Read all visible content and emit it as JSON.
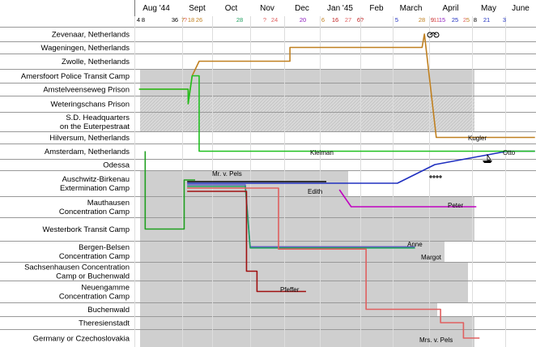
{
  "chart_data": {
    "type": "timeline",
    "title": "",
    "xlabel": "",
    "ylabel": "",
    "months": [
      "Aug '44",
      "Sept",
      "Oct",
      "Nov",
      "Dec",
      "Jan '45",
      "Feb",
      "March",
      "April",
      "May",
      "June"
    ],
    "date_markers": [
      {
        "text": "4",
        "color": "#000000"
      },
      {
        "text": "8",
        "color": "#000000"
      },
      {
        "text": "3",
        "color": "#000000"
      },
      {
        "text": "6",
        "color": "#000000"
      },
      {
        "text": "7",
        "color": "#c08020"
      },
      {
        "text": "?",
        "color": "#e06060"
      },
      {
        "text": "18",
        "color": "#c08020"
      },
      {
        "text": "26",
        "color": "#c08020"
      },
      {
        "text": "28",
        "color": "#20a060"
      },
      {
        "text": "?",
        "color": "#e06060"
      },
      {
        "text": "24",
        "color": "#e06060"
      },
      {
        "text": "20",
        "color": "#9020c0"
      },
      {
        "text": "6",
        "color": "#c08020"
      },
      {
        "text": "16",
        "color": "#c02020"
      },
      {
        "text": "27",
        "color": "#e06060"
      },
      {
        "text": "6?",
        "color": "#c02020"
      },
      {
        "text": "5",
        "color": "#2030c0"
      },
      {
        "text": "28",
        "color": "#c08020"
      },
      {
        "text": "9",
        "color": "#c02020"
      },
      {
        "text": "11",
        "color": "#e06060"
      },
      {
        "text": "15",
        "color": "#9020c0"
      },
      {
        "text": "25",
        "color": "#2030c0"
      },
      {
        "text": "2",
        "color": "#e06060"
      },
      {
        "text": "5",
        "color": "#c08020"
      },
      {
        "text": "8",
        "color": "#000000"
      },
      {
        "text": "21",
        "color": "#2030c0"
      },
      {
        "text": "3",
        "color": "#2030c0"
      }
    ],
    "locations": [
      "Zevenaar, Netherlands",
      "Wageningen, Netherlands",
      "Zwolle, Netherlands",
      "Amersfoort  Police Transit Camp",
      "Amstelveenseweg Prison",
      "Weteringschans Prison",
      "S.D. Headquarters on the Euterpestraat",
      "Hilversum, Netherlands",
      "Amsterdam, Netherlands",
      "Odessa",
      "Auschwitz-Birkenau Extermination Camp",
      "Mauthausen Concentration Camp",
      "Westerbork Transit Camp",
      "Bergen-Belsen Concentration Camp",
      "Sachsenhausen Concentration Camp or Buchenwald",
      "Neuengamme Concentration Camp",
      "Buchenwald",
      "Theresienstadt",
      "Germany or Czechoslovakia"
    ],
    "location_text": [
      [
        "Zevenaar, Netherlands"
      ],
      [
        "Wageningen, Netherlands"
      ],
      [
        "Zwolle, Netherlands"
      ],
      [
        "Amersfoort  Police Transit Camp"
      ],
      [
        "Amstelveenseweg Prison"
      ],
      [
        "Weteringschans Prison"
      ],
      [
        "S.D. Headquarters",
        "on the Euterpestraat"
      ],
      [
        "Hilversum, Netherlands"
      ],
      [
        "Amsterdam, Netherlands"
      ],
      [
        "Odessa"
      ],
      [
        "Auschwitz-Birkenau",
        "Extermination Camp"
      ],
      [
        "Mauthausen",
        "Concentration Camp"
      ],
      [
        "Westerbork Transit Camp"
      ],
      [
        "Bergen-Belsen",
        "Concentration Camp"
      ],
      [
        "Sachsenhausen Concentration",
        "Camp or Buchenwald"
      ],
      [
        "Neuengamme",
        "Concentration Camp"
      ],
      [
        "Buchenwald"
      ],
      [
        "Theresienstadt"
      ],
      [
        "Germany or Czechoslovakia"
      ]
    ],
    "series": [
      {
        "name": "Mr. v. Pels",
        "color": "#20a020",
        "stops": [
          {
            "date": "1944-08-08",
            "loc": "Amsterdam, Netherlands"
          },
          {
            "date": "1944-08-08",
            "loc": "Westerbork Transit Camp"
          },
          {
            "date": "1944-09-03",
            "loc": "Westerbork Transit Camp"
          },
          {
            "date": "1944-09-03",
            "loc": "Auschwitz-Birkenau Extermination Camp"
          },
          {
            "date": "1944-09-14",
            "loc": "Auschwitz-Birkenau Extermination Camp"
          }
        ]
      },
      {
        "name": "Edith",
        "color": "#000000",
        "stops": [
          {
            "date": "1944-09-06",
            "loc": "Auschwitz-Birkenau Extermination Camp"
          },
          {
            "date": "1945-01-06",
            "loc": "Auschwitz-Birkenau Extermination Camp"
          }
        ]
      },
      {
        "name": "Peter",
        "color": "#c000c0",
        "stops": [
          {
            "date": "1945-01-16",
            "loc": "Auschwitz-Birkenau Extermination Camp"
          },
          {
            "date": "1945-01-25",
            "loc": "Mauthausen Concentration Camp"
          },
          {
            "date": "1945-05-05",
            "loc": "Mauthausen Concentration Camp"
          }
        ]
      },
      {
        "name": "Otto",
        "color": "#2030c0",
        "stops": [
          {
            "date": "1944-09-06",
            "loc": "Auschwitz-Birkenau Extermination Camp"
          },
          {
            "date": "1945-03-05",
            "loc": "Auschwitz-Birkenau Extermination Camp"
          },
          {
            "date": "1945-04-05",
            "loc": "Odessa"
          },
          {
            "date": "1945-06-03",
            "loc": "Amsterdam, Netherlands"
          },
          {
            "date": "1945-06-30",
            "loc": "Amsterdam, Netherlands"
          }
        ]
      },
      {
        "name": "Anne",
        "color": "#6060c0",
        "stops": [
          {
            "date": "1944-09-06",
            "loc": "Auschwitz-Birkenau Extermination Camp"
          },
          {
            "date": "1944-10-28",
            "loc": "Auschwitz-Birkenau Extermination Camp"
          },
          {
            "date": "1944-11-01",
            "loc": "Bergen-Belsen Concentration Camp"
          },
          {
            "date": "1945-03-20",
            "loc": "Bergen-Belsen Concentration Camp"
          }
        ]
      },
      {
        "name": "Margot",
        "color": "#20a060",
        "stops": [
          {
            "date": "1944-09-06",
            "loc": "Auschwitz-Birkenau Extermination Camp"
          },
          {
            "date": "1944-10-28",
            "loc": "Auschwitz-Birkenau Extermination Camp"
          },
          {
            "date": "1944-11-01",
            "loc": "Bergen-Belsen Concentration Camp"
          },
          {
            "date": "1945-03-20",
            "loc": "Bergen-Belsen Concentration Camp"
          }
        ]
      },
      {
        "name": "Mrs. v. Pels",
        "color": "#e06060",
        "stops": [
          {
            "date": "1944-09-06",
            "loc": "Auschwitz-Birkenau Extermination Camp"
          },
          {
            "date": "1944-11-26",
            "loc": "Auschwitz-Birkenau Extermination Camp"
          },
          {
            "date": "1944-11-26",
            "loc": "Bergen-Belsen Concentration Camp"
          },
          {
            "date": "1945-02-06",
            "loc": "Bergen-Belsen Concentration Camp"
          },
          {
            "date": "1945-02-06",
            "loc": "Buchenwald"
          },
          {
            "date": "1945-04-09",
            "loc": "Buchenwald"
          },
          {
            "date": "1945-04-09",
            "loc": "Theresienstadt"
          },
          {
            "date": "1945-04-25",
            "loc": "Theresienstadt"
          },
          {
            "date": "1945-04-25",
            "loc": "Germany or Czechoslovakia"
          },
          {
            "date": "1945-05-08",
            "loc": "Germany or Czechoslovakia"
          }
        ]
      },
      {
        "name": "Pfeffer",
        "color": "#a01010",
        "stops": [
          {
            "date": "1944-09-06",
            "loc": "Auschwitz-Birkenau Extermination Camp"
          },
          {
            "date": "1944-10-29",
            "loc": "Auschwitz-Birkenau Extermination Camp"
          },
          {
            "date": "1944-10-29",
            "loc": "Sachsenhausen Concentration Camp or Buchenwald"
          },
          {
            "date": "1944-11-07",
            "loc": "Sachsenhausen Concentration Camp or Buchenwald"
          },
          {
            "date": "1944-11-07",
            "loc": "Neuengamme Concentration Camp"
          },
          {
            "date": "1944-12-20",
            "loc": "Neuengamme Concentration Camp"
          }
        ]
      },
      {
        "name": "Kugler",
        "color": "#c08020",
        "stops": [
          {
            "date": "1944-08-04",
            "loc": "Amstelveenseweg Prison"
          },
          {
            "date": "1944-09-07",
            "loc": "Amstelveenseweg Prison"
          },
          {
            "date": "1944-09-07",
            "loc": "Weteringschans Prison"
          },
          {
            "date": "1944-09-11",
            "loc": "Amersfoort  Police Transit Camp"
          },
          {
            "date": "1944-09-18",
            "loc": "Zwolle, Netherlands"
          },
          {
            "date": "1944-12-06",
            "loc": "Zwolle, Netherlands"
          },
          {
            "date": "1944-12-06",
            "loc": "Wageningen, Netherlands"
          },
          {
            "date": "1945-03-26",
            "loc": "Wageningen, Netherlands"
          },
          {
            "date": "1945-03-28",
            "loc": "Zevenaar, Netherlands"
          },
          {
            "date": "1945-04-06",
            "loc": "Hilversum, Netherlands"
          },
          {
            "date": "1945-06-30",
            "loc": "Hilversum, Netherlands"
          }
        ]
      },
      {
        "name": "Kleiman",
        "color": "#20c020",
        "stops": [
          {
            "date": "1944-08-04",
            "loc": "Amstelveenseweg Prison"
          },
          {
            "date": "1944-09-07",
            "loc": "Amstelveenseweg Prison"
          },
          {
            "date": "1944-09-07",
            "loc": "Weteringschans Prison"
          },
          {
            "date": "1944-09-11",
            "loc": "Amersfoort  Police Transit Camp"
          },
          {
            "date": "1944-09-18",
            "loc": "Amersfoort  Police Transit Camp"
          },
          {
            "date": "1944-09-18",
            "loc": "Amsterdam, Netherlands"
          },
          {
            "date": "1945-06-30",
            "loc": "Amsterdam, Netherlands"
          }
        ]
      }
    ],
    "legend": "none",
    "grid": true
  }
}
